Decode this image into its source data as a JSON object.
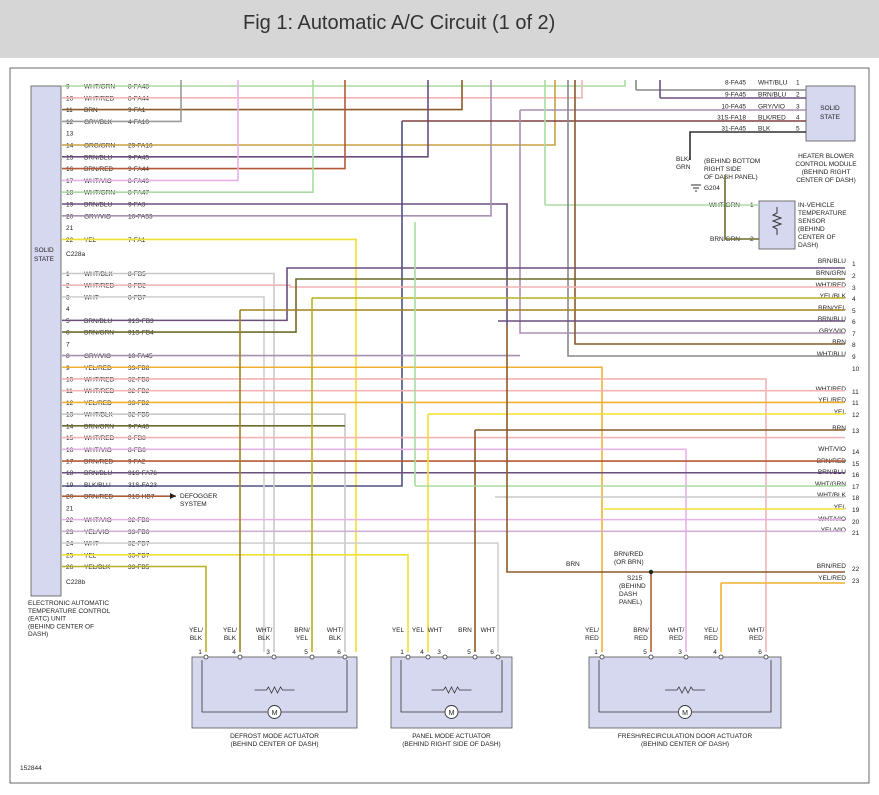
{
  "header": {
    "title": "Fig 1: Automatic A/C Circuit (1 of 2)"
  },
  "figure_id": "152844",
  "colors": {
    "WHT/GRN": "#a8dca0",
    "WHT/RED": "#f2b4b4",
    "BRN": "#8a5a2b",
    "GRY/BLK": "#9a9a9a",
    "ORG/GRN": "#c8a040",
    "BRN/BLU": "#6b4e7e",
    "BRN/RED": "#b25a36",
    "WHT/VIO": "#e8b0e8",
    "BRN/GRN": "#6b6b2b",
    "GRY/VIO": "#a890b0",
    "YEL": "#f0e030",
    "WHT/BLK": "#c8c8c8",
    "WHT": "#d0d0d0",
    "YEL/RED": "#f0b030",
    "YEL/BLK": "#b8b020",
    "BLK/BLU": "#505080",
    "YEL/VIO": "#d0b0d0",
    "BLK/RED": "#804040",
    "BLK": "#303030",
    "BRN/YEL": "#a08020"
  },
  "batc": {
    "solid_state": "SOLID\nSTATE",
    "connector_a": "C228a",
    "connector_b": "C228b",
    "label": [
      "ELECTRONIC AUTOMATIC",
      "TEMPERATURE CONTROL",
      "(EATC) UNIT",
      "(BEHIND CENTER OF",
      "DASH)"
    ],
    "pins_top": [
      {
        "num": "9",
        "wire": "WHT/GRN",
        "circuit": "8-FA48"
      },
      {
        "num": "10",
        "wire": "WHT/RED",
        "circuit": "8-FA44"
      },
      {
        "num": "11",
        "wire": "BRN",
        "circuit": "9-FA1"
      },
      {
        "num": "12",
        "wire": "GRY/BLK",
        "circuit": "4-FA10"
      },
      {
        "num": "13",
        "wire": "",
        "circuit": ""
      },
      {
        "num": "14",
        "wire": "ORG/GRN",
        "circuit": "29-FA10"
      },
      {
        "num": "15",
        "wire": "BRN/BLU",
        "circuit": "9-FA45"
      },
      {
        "num": "16",
        "wire": "BRN/RED",
        "circuit": "9-FA44"
      },
      {
        "num": "17",
        "wire": "WHT/VIO",
        "circuit": "8-FA49"
      },
      {
        "num": "18",
        "wire": "WHT/GRN",
        "circuit": "8-FA47"
      },
      {
        "num": "19",
        "wire": "BRN/BLU",
        "circuit": "9-FA3"
      },
      {
        "num": "20",
        "wire": "GRY/VIO",
        "circuit": "10-FA53"
      },
      {
        "num": "21",
        "wire": "",
        "circuit": ""
      },
      {
        "num": "22",
        "wire": "YEL",
        "circuit": "7-FA1"
      }
    ],
    "pins_bottom": [
      {
        "num": "1",
        "wire": "WHT/BLK",
        "circuit": "8-FB5"
      },
      {
        "num": "2",
        "wire": "WHT/RED",
        "circuit": "8-FB2"
      },
      {
        "num": "3",
        "wire": "WHT",
        "circuit": "8-FB7"
      },
      {
        "num": "4",
        "wire": "",
        "circuit": ""
      },
      {
        "num": "5",
        "wire": "BRN/BLU",
        "circuit": "91S-FB3"
      },
      {
        "num": "6",
        "wire": "BRN/GRN",
        "circuit": "91S-FB4"
      },
      {
        "num": "7",
        "wire": "",
        "circuit": ""
      },
      {
        "num": "8",
        "wire": "GRY/VIO",
        "circuit": "10-FA45"
      },
      {
        "num": "9",
        "wire": "YEL/RED",
        "circuit": "33-FB8"
      },
      {
        "num": "10",
        "wire": "WHT/RED",
        "circuit": "32-FB8"
      },
      {
        "num": "11",
        "wire": "WHT/RED",
        "circuit": "32-FB2"
      },
      {
        "num": "12",
        "wire": "YEL/RED",
        "circuit": "33-FB2"
      },
      {
        "num": "13",
        "wire": "WHT/BLK",
        "circuit": "32-FB5"
      },
      {
        "num": "14",
        "wire": "BRN/GRN",
        "circuit": "9-FA48"
      },
      {
        "num": "15",
        "wire": "WHT/RED",
        "circuit": "8-FB8"
      },
      {
        "num": "16",
        "wire": "WHT/VIO",
        "circuit": "8-FB6"
      },
      {
        "num": "17",
        "wire": "BRN/RED",
        "circuit": "9-FA2"
      },
      {
        "num": "18",
        "wire": "BRN/BLU",
        "circuit": "91S-FA76"
      },
      {
        "num": "19",
        "wire": "BLK/BLU",
        "circuit": "31S-FA23"
      },
      {
        "num": "20",
        "wire": "BRN/RED",
        "circuit": "91S-HB7"
      },
      {
        "num": "21",
        "wire": "",
        "circuit": ""
      },
      {
        "num": "22",
        "wire": "WHT/VIO",
        "circuit": "32-FB6"
      },
      {
        "num": "23",
        "wire": "YEL/VIO",
        "circuit": "33-FB6"
      },
      {
        "num": "24",
        "wire": "WHT",
        "circuit": "32-FB7"
      },
      {
        "num": "25",
        "wire": "YEL",
        "circuit": "33-FB7"
      },
      {
        "num": "26",
        "wire": "YEL/BLK",
        "circuit": "33-FB5"
      }
    ]
  },
  "defogger": [
    "DEFOGGER",
    "SYSTEM"
  ],
  "heater_blower": {
    "solid_state": [
      "SOLID",
      "STATE"
    ],
    "label": [
      "HEATER BLOWER",
      "CONTROL MODULE",
      "(BEHIND RIGHT",
      "CENTER OF DASH)"
    ],
    "pins": [
      {
        "circuit": "8-FA45",
        "wire": "WHT/BLU",
        "num": "1"
      },
      {
        "circuit": "9-FA45",
        "wire": "BRN/BLU",
        "num": "2"
      },
      {
        "circuit": "10-FA45",
        "wire": "GRY/VIO",
        "num": "3"
      },
      {
        "circuit": "31S-FA18",
        "wire": "BLK/RED",
        "num": "4"
      },
      {
        "circuit": "31-FA45",
        "wire": "BLK",
        "num": "5"
      }
    ]
  },
  "ground": {
    "wire": [
      "BLK/",
      "GRN"
    ],
    "location": [
      "(BEHIND BOTTOM",
      "RIGHT SIDE",
      "OF DASH PANEL)"
    ],
    "id": "G204"
  },
  "invehicle_sensor": {
    "label": [
      "IN-VEHICLE",
      "TEMPERATURE",
      "SENSOR",
      "(BEHIND",
      "CENTER OF",
      "DASH)"
    ],
    "pins": [
      {
        "wire": "WHT/GRN",
        "num": "1"
      },
      {
        "wire": "BRN/GRN",
        "num": "2"
      }
    ]
  },
  "right_connector": [
    {
      "wire": "BRN/BLU",
      "num": "1"
    },
    {
      "wire": "BRN/GRN",
      "num": "2"
    },
    {
      "wire": "WHT/RED",
      "num": "3"
    },
    {
      "wire": "YEL/BLK",
      "num": "4"
    },
    {
      "wire": "BRN/YEL",
      "num": "5"
    },
    {
      "wire": "BRN/BLU",
      "num": "6"
    },
    {
      "wire": "GRY/VIO",
      "num": "7"
    },
    {
      "wire": "BRN",
      "num": "8"
    },
    {
      "wire": "WHT/BLU",
      "num": "9"
    },
    {
      "wire": "",
      "num": "10"
    },
    {
      "wire": "WHT/RED",
      "num": "11"
    },
    {
      "wire": "YEL/RED",
      "num": "11"
    },
    {
      "wire": "YEL",
      "num": "12"
    },
    {
      "wire": "BRN",
      "num": "13"
    },
    {
      "wire": "WHT/VIO",
      "num": "14"
    },
    {
      "wire": "BRN/RED",
      "num": "15"
    },
    {
      "wire": "BRN/BLU",
      "num": "16"
    },
    {
      "wire": "WHT/GRN",
      "num": "17"
    },
    {
      "wire": "WHT/BLK",
      "num": "18"
    },
    {
      "wire": "YEL",
      "num": "19"
    },
    {
      "wire": "WHT/VIO",
      "num": "20"
    },
    {
      "wire": "YEL/VIO",
      "num": "21"
    },
    {
      "wire": "BRN/RED",
      "num": "22"
    },
    {
      "wire": "YEL/RED",
      "num": "23"
    }
  ],
  "splice": {
    "brn_label": "BRN",
    "wire": [
      "BRN/RED",
      "(OR BRN)"
    ],
    "id": "S215",
    "location": [
      "(BEHIND",
      "DASH",
      "PANEL)"
    ]
  },
  "actuators": [
    {
      "title": "DEFROST MODE ACTUATOR",
      "location": "(BEHIND CENTER OF DASH)",
      "pins": [
        {
          "wire": [
            "YEL/",
            "BLK"
          ],
          "num": "1"
        },
        {
          "wire": [
            "YEL/",
            "BLK"
          ],
          "num": "4"
        },
        {
          "wire": [
            "WHT/",
            "BLK"
          ],
          "num": "3"
        },
        {
          "wire": [
            "BRN/",
            "YEL"
          ],
          "num": "5"
        },
        {
          "wire": [
            "WHT/",
            "BLK"
          ],
          "num": "6"
        }
      ]
    },
    {
      "title": "PANEL MODE ACTUATOR",
      "location": "(BEHIND RIGHT SIDE OF DASH)",
      "pins": [
        {
          "wire": [
            "YEL"
          ],
          "num": "1"
        },
        {
          "wire": [
            "YEL"
          ],
          "num": "4"
        },
        {
          "wire": [
            "WHT"
          ],
          "num": "3"
        },
        {
          "wire": [
            "BRN"
          ],
          "num": "5"
        },
        {
          "wire": [
            "WHT"
          ],
          "num": "6"
        }
      ]
    },
    {
      "title": "FRESH/RECIRCULATION DOOR ACTUATOR",
      "location": "(BEHIND CENTER OF DASH)",
      "pins": [
        {
          "wire": [
            "YEL/",
            "RED"
          ],
          "num": "1"
        },
        {
          "wire": [
            "BRN/",
            "RED"
          ],
          "num": "5"
        },
        {
          "wire": [
            "WHT/",
            "RED"
          ],
          "num": "3"
        },
        {
          "wire": [
            "YEL/",
            "RED"
          ],
          "num": "4"
        },
        {
          "wire": [
            "WHT/",
            "RED"
          ],
          "num": "6"
        }
      ]
    }
  ],
  "motor_symbol": "M"
}
